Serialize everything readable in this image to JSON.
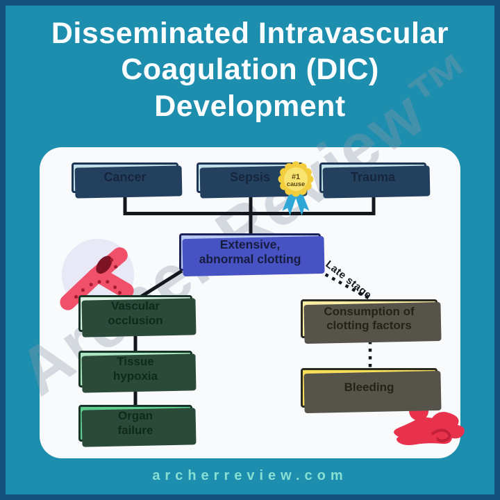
{
  "title_lines": [
    "Disseminated Intravascular",
    "Coagulation (DIC)",
    "Development"
  ],
  "flowchart": {
    "causes": [
      "Cancer",
      "Sepsis",
      "Trauma"
    ],
    "badge": {
      "top": "#1",
      "bottom": "cause"
    },
    "central": {
      "lines": [
        "Extensive,",
        "abnormal clotting"
      ]
    },
    "edge_label": "Late stage",
    "ischemic_path": [
      {
        "lines": [
          "Vascular",
          "occlusion"
        ]
      },
      {
        "lines": [
          "Tissue",
          "hypoxia"
        ]
      },
      {
        "lines": [
          "Organ",
          "failure"
        ]
      }
    ],
    "bleeding_path": [
      {
        "lines": [
          "Consumption of",
          "clotting factors"
        ]
      },
      {
        "lines": [
          "Bleeding"
        ]
      }
    ]
  },
  "watermark": "Archer Review™",
  "footer": "archerreview.com",
  "colors": {
    "background_teal": "#1D8EAE",
    "frame_navy": "#16517E",
    "card_white": "#F8FAFC",
    "cause_box": "#C2DEE8",
    "central_box": "#B7C9F3",
    "green_boxes": [
      "#D9F2E1",
      "#A9E4C0",
      "#5FCD8D"
    ],
    "yellow_boxes": [
      "#F9ECA3",
      "#F8DF5A"
    ],
    "badge_yellow": "#F2CE3E",
    "ribbon_blue": "#2EA6D6",
    "blood_red": "#E8314B",
    "footer_text": "#87DFD4"
  }
}
